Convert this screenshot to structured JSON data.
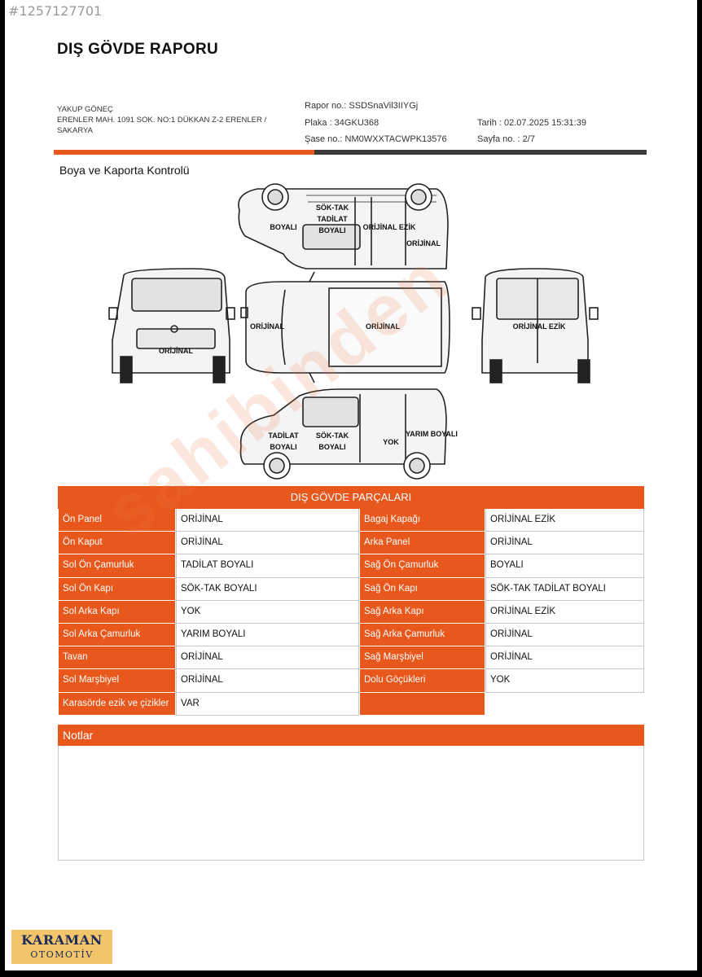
{
  "listing_id": "#1257127701",
  "document": {
    "title": "DIŞ GÖVDE RAPORU",
    "company_line1": "YAKUP GÖNEÇ",
    "company_line2": "ERENLER MAH. 1091 SOK. NO:1 DÜKKAN Z-2 ERENLER / SAKARYA",
    "rapor_no": "Rapor no.: SSDSnaVil3IIYGj",
    "plaka": "Plaka : 34GKU368",
    "sase_no": "Şase no.: NM0WXXTACWPK13576",
    "tarih": "Tarih : 02.07.2025 15:31:39",
    "sayfa": "Sayfa no. : 2/7",
    "section_title": "Boya ve Kaporta Kontrolü"
  },
  "diagram_labels": {
    "top_boyali": "BOYALI",
    "top_sok_tak_1": "SÖK-TAK",
    "top_sok_tak_2": "TADİLAT",
    "top_sok_tak_3": "BOYALI",
    "top_orijinal_ezik": "ORİJİNAL EZİK",
    "top_orijinal": "ORİJİNAL",
    "front_orijinal": "ORİJİNAL",
    "roof_left_orijinal": "ORİJİNAL",
    "roof_orijinal": "ORİJİNAL",
    "rear_orijinal_ezik": "ORİJİNAL EZİK",
    "bottom_tadilat_1": "TADİLAT",
    "bottom_tadilat_2": "BOYALI",
    "bottom_sok_tak_1": "SÖK-TAK",
    "bottom_sok_tak_2": "BOYALI",
    "bottom_yok": "YOK",
    "bottom_yarim_boyali": "YARIM BOYALI"
  },
  "parts": {
    "header": "DIŞ GÖVDE PARÇALARI",
    "rows": [
      {
        "l1": "Ön Panel",
        "v1": "ORİJİNAL",
        "l2": "Bagaj Kapağı",
        "v2": "ORİJİNAL EZİK"
      },
      {
        "l1": "Ön Kaput",
        "v1": "ORİJİNAL",
        "l2": "Arka Panel",
        "v2": "ORİJİNAL"
      },
      {
        "l1": "Sol Ön Çamurluk",
        "v1": "TADİLAT BOYALI",
        "l2": "Sağ Ön Çamurluk",
        "v2": "BOYALI"
      },
      {
        "l1": "Sol Ön Kapı",
        "v1": "SÖK-TAK BOYALI",
        "l2": "Sağ Ön Kapı",
        "v2": "SÖK-TAK TADİLAT BOYALI"
      },
      {
        "l1": "Sol Arka Kapı",
        "v1": "YOK",
        "l2": "Sağ Arka Kapı",
        "v2": "ORİJİNAL EZİK"
      },
      {
        "l1": "Sol Arka Çamurluk",
        "v1": "YARIM BOYALI",
        "l2": "Sağ Arka Çamurluk",
        "v2": "ORİJİNAL"
      },
      {
        "l1": "Tavan",
        "v1": "ORİJİNAL",
        "l2": "Sağ Marşbiyel",
        "v2": "ORİJİNAL"
      },
      {
        "l1": "Sol Marşbiyel",
        "v1": "ORİJİNAL",
        "l2": "Dolu Göçükleri",
        "v2": "YOK"
      },
      {
        "l1": "Karasörde ezik ve çizikler",
        "v1": "VAR",
        "l2": "",
        "v2": ""
      }
    ]
  },
  "notes": {
    "header": "Notlar"
  },
  "badge": {
    "line1": "KARAMAN",
    "line2": "OTOMOTİV"
  },
  "watermark": "sahibinden"
}
